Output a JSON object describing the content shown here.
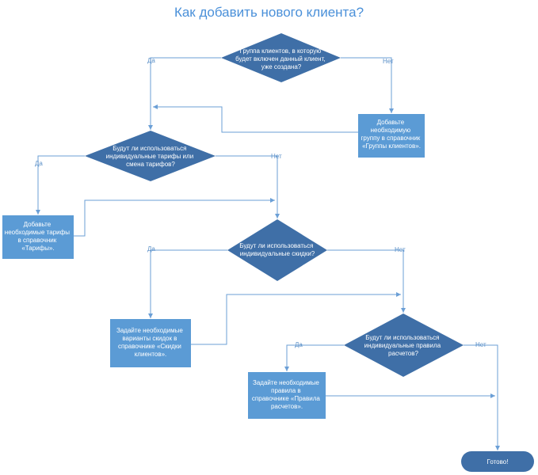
{
  "title": "Как добавить нового клиента?",
  "colors": {
    "decision_fill": "#3f6fa7",
    "process_fill": "#5b9bd5",
    "terminator_fill": "#3f6fa7",
    "connector": "#6b9fd6",
    "label_text": "#5a8fc7",
    "title": "#4a90d9"
  },
  "nodes": {
    "d1": {
      "lines": [
        "Группа клиентов, в которую",
        "будет включен данный клиент,",
        "уже создана?"
      ]
    },
    "p1": {
      "lines": [
        "Добавьте",
        "необходимую",
        "группу в справочник",
        "«Группы клиентов»."
      ]
    },
    "d2": {
      "lines": [
        "Будут ли использоваться",
        "индивидуальные тарифы или",
        "смена  тарифов?"
      ]
    },
    "p2": {
      "lines": [
        "Добавьте",
        "необходимые тарифы",
        "в справочник",
        "«Тарифы»."
      ]
    },
    "d3": {
      "lines": [
        "Будут ли использоваться",
        "индивидуальные скидки?"
      ]
    },
    "p3": {
      "lines": [
        "Задайте необходимые",
        "варианты скидок в",
        "справочнике «Скидки",
        "клиентов»."
      ]
    },
    "d4": {
      "lines": [
        "Будут ли использоваться",
        "индивидуальные правила",
        "расчетов?"
      ]
    },
    "p4": {
      "lines": [
        "Задайте необходимые",
        "правила в",
        "справочнике «Правила",
        "расчетов»."
      ]
    },
    "end": {
      "label": "Готово!"
    }
  },
  "edge_labels": {
    "d1_yes": "Да",
    "d1_no": "Нет",
    "d2_yes": "Да",
    "d2_no": "Нет",
    "d3_yes": "Да",
    "d3_no": "Нет",
    "d4_yes": "Да",
    "d4_no": "Нет"
  }
}
